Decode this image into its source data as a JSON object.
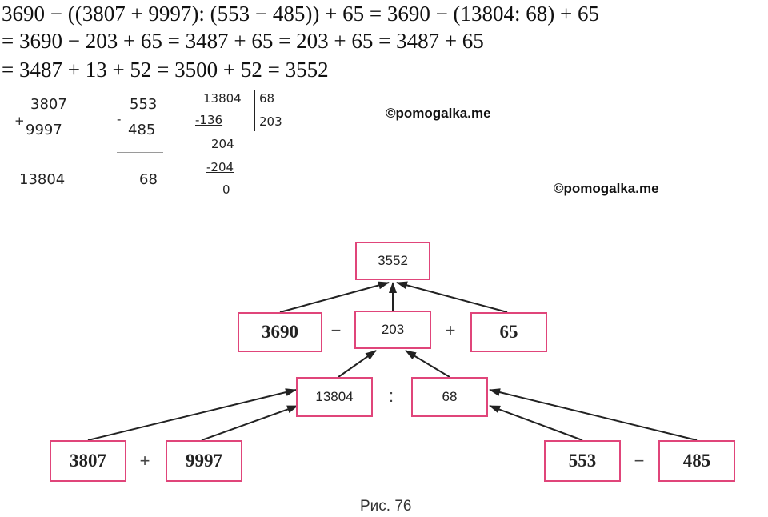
{
  "equation": {
    "line1": "3690 − ((3807 + 9997): (553 − 485)) + 65 = 3690 − (13804: 68) + 65",
    "line2": "= 3690 − 203 + 65 = 3487 + 65 = 203 + 65 = 3487 + 65",
    "line3": "= 3487 + 13 + 52 = 3500 + 52 = 3552"
  },
  "addition": {
    "sign": "+",
    "a": "3807",
    "b": "9997",
    "result": "13804"
  },
  "subtraction": {
    "sign": "-",
    "a": "553",
    "b": "485",
    "result": "68"
  },
  "division": {
    "dividend": "13804",
    "divisor": "68",
    "quotient": "203",
    "step1": "-136",
    "remainder1": "204",
    "step2": "-204",
    "remainder2": "0"
  },
  "watermarks": [
    "©pomogalka.me",
    "©pomogalka.me"
  ],
  "tree": {
    "result": "3552",
    "level2": {
      "left": "3690",
      "op1": "−",
      "middle": "203",
      "op2": "+",
      "right": "65"
    },
    "level3": {
      "left": "13804",
      "op": ":",
      "right": "68"
    },
    "level4": {
      "a": "3807",
      "op_add": "+",
      "b": "9997",
      "c": "553",
      "op_sub": "−",
      "d": "485"
    }
  },
  "caption": "Рис. 76",
  "colors": {
    "box_border": "#e0457a",
    "arrow": "#222222"
  }
}
